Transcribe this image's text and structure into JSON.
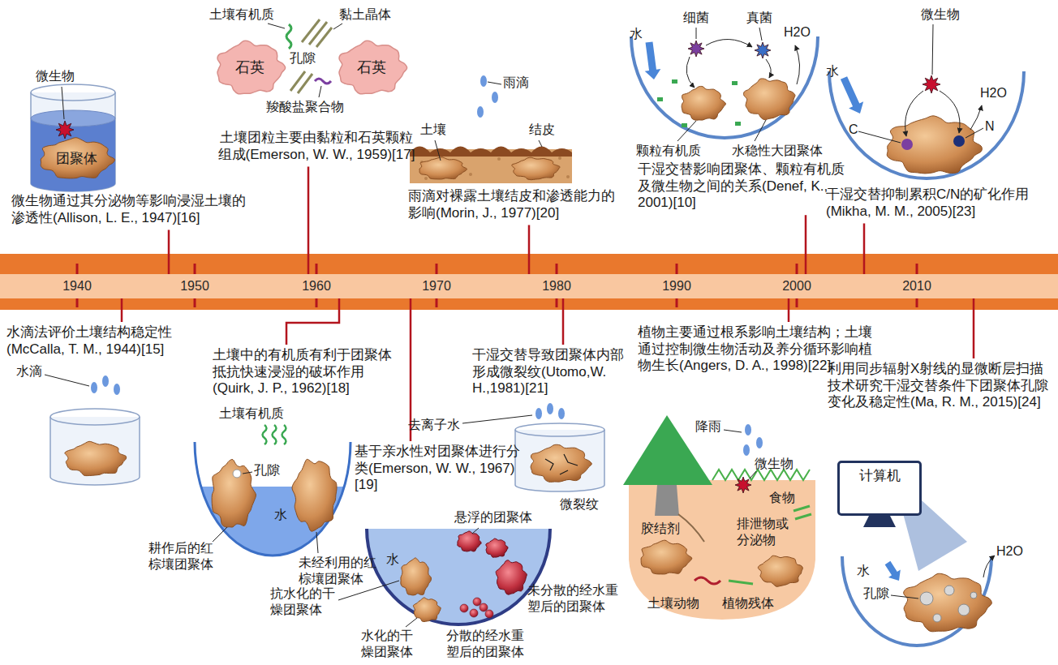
{
  "diagram": {
    "nodes": [
      {
        "text": [
          "团聚体"
        ]
      },
      {
        "text": [
          "石英"
        ]
      },
      {
        "text": [
          "石英"
        ]
      },
      {
        "text": [
          "1940",
          "1950",
          "1960",
          "1970",
          "1980",
          "1990",
          "2000",
          "2010"
        ]
      },
      {
        "text": [
          "计算机"
        ]
      }
    ],
    "labels": [
      "微生物",
      "微生物通过其分泌物等影响浸湿土壤的渗透性(Allison, L. E., 1947)[16]",
      "土壤有机质",
      "黏土晶体",
      "孔隙",
      "羧酸盐聚合物",
      "土壤团粒主要由黏粒和石英颗粒组成(Emerson, W. W., 1959)[17]",
      "雨滴",
      "土壤",
      "结皮",
      "雨滴对裸露土壤结皮和渗透能力的影响(Morin, J., 1977)[20]",
      "水",
      "细菌",
      "真菌",
      "H2O",
      "颗粒有机质",
      "水稳性大团聚体",
      "干湿交替影响团聚体、颗粒有机质及微生物之间的关系(Denef, K., 2001)[10]",
      "微生物",
      "水",
      "H2O",
      "C",
      "N",
      "干湿交替抑制累积C/N的矿化作用(Mikha, M. M., 2005)[23]",
      "水滴法评价土壤结构稳定性(McCalla, T. M., 1944)[15]",
      "水滴",
      "土壤中的有机质有利于团聚体抵抗快速浸湿的破坏作用(Quirk, J. P., 1962)[18]",
      "土壤有机质",
      "孔隙",
      "水",
      "耕作后的红棕壤团聚体",
      "未经利用的红棕壤团聚体",
      "基于亲水性对团聚体进行分类(Emerson, W. W., 1967)[19]",
      "悬浮的团聚体",
      "抗水化的干燥团聚体",
      "未分散的经水重塑后的团聚体",
      "水化的干燥团聚体",
      "分散的经水重塑后的团聚体",
      "水",
      "干湿交替导致团聚体内部形成微裂纹(Utomo,W. H.,1981)[21]",
      "去离子水",
      "微裂纹",
      "植物主要通过根系影响土壤结构；土壤通过控制微生物活动及养分循环影响植物生长(Angers, D. A., 1998)[22]",
      "降雨",
      "微生物",
      "食物",
      "胶结剂",
      "排泄物或分泌物",
      "土壤动物",
      "植物残体",
      "利用同步辐射X射线的显微断层扫描技术研究干湿交替条件下团聚体孔隙变化及稳定性(Ma, R. M., 2015)[24]",
      "水",
      "孔隙",
      "H2O"
    ]
  }
}
